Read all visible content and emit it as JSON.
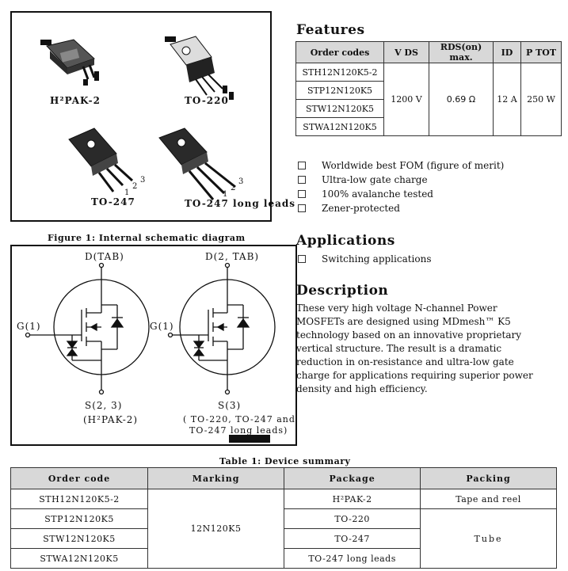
{
  "packages_figure": {
    "labels": [
      "H²PAK-2",
      "TO-220",
      "TO-247",
      "TO-247 long leads"
    ],
    "pin_numbers": [
      "1",
      "2",
      "3"
    ]
  },
  "schematic": {
    "caption": "Figure 1: Internal schematic diagram",
    "left": {
      "drain": "D(TAB)",
      "gate": "G(1)",
      "source": "S(2, 3)",
      "note": "(H²PAK-2)"
    },
    "right": {
      "drain": "D(2, TAB)",
      "gate": "G(1)",
      "source": "S(3)",
      "note_line1": "( TO-220, TO-247 and",
      "note_line2": "TO-247 long leads)"
    }
  },
  "features": {
    "heading": "Features",
    "columns": [
      "Order codes",
      "V DS",
      "RDS(on) max.",
      "ID",
      "P TOT"
    ],
    "order_codes": [
      "STH12N120K5-2",
      "STP12N120K5",
      "STW12N120K5",
      "STWA12N120K5"
    ],
    "vds": "1200 V",
    "rds": "0.69 Ω",
    "id": "12 A",
    "ptot": "250 W",
    "bullets": [
      "Worldwide best FOM (figure of merit)",
      "Ultra-low gate charge",
      "100% avalanche tested",
      "Zener-protected"
    ]
  },
  "applications": {
    "heading": "Applications",
    "bullets": [
      "Switching applications"
    ]
  },
  "description": {
    "heading": "Description",
    "lines": [
      "These very high voltage N-channel Power",
      "MOSFETs are designed using MDmesh™ K5",
      "technology based on an innovative proprietary",
      "vertical structure. The result is a dramatic",
      "reduction in on-resistance and ultra-low gate",
      "charge for applications requiring superior power",
      "density and high efficiency."
    ]
  },
  "summary": {
    "caption": "Table 1: Device summary",
    "columns": [
      "Order code",
      "Marking",
      "Package",
      "Packing"
    ],
    "rows": [
      {
        "order": "STH12N120K5-2",
        "package": "H²PAK-2"
      },
      {
        "order": "STP12N120K5",
        "package": "TO-220"
      },
      {
        "order": "STW12N120K5",
        "package": "TO-247"
      },
      {
        "order": "STWA12N120K5",
        "package": "TO-247 long leads"
      }
    ],
    "marking": "12N120K5",
    "packing_tape": "Tape and reel",
    "packing_tube": "Tube"
  }
}
